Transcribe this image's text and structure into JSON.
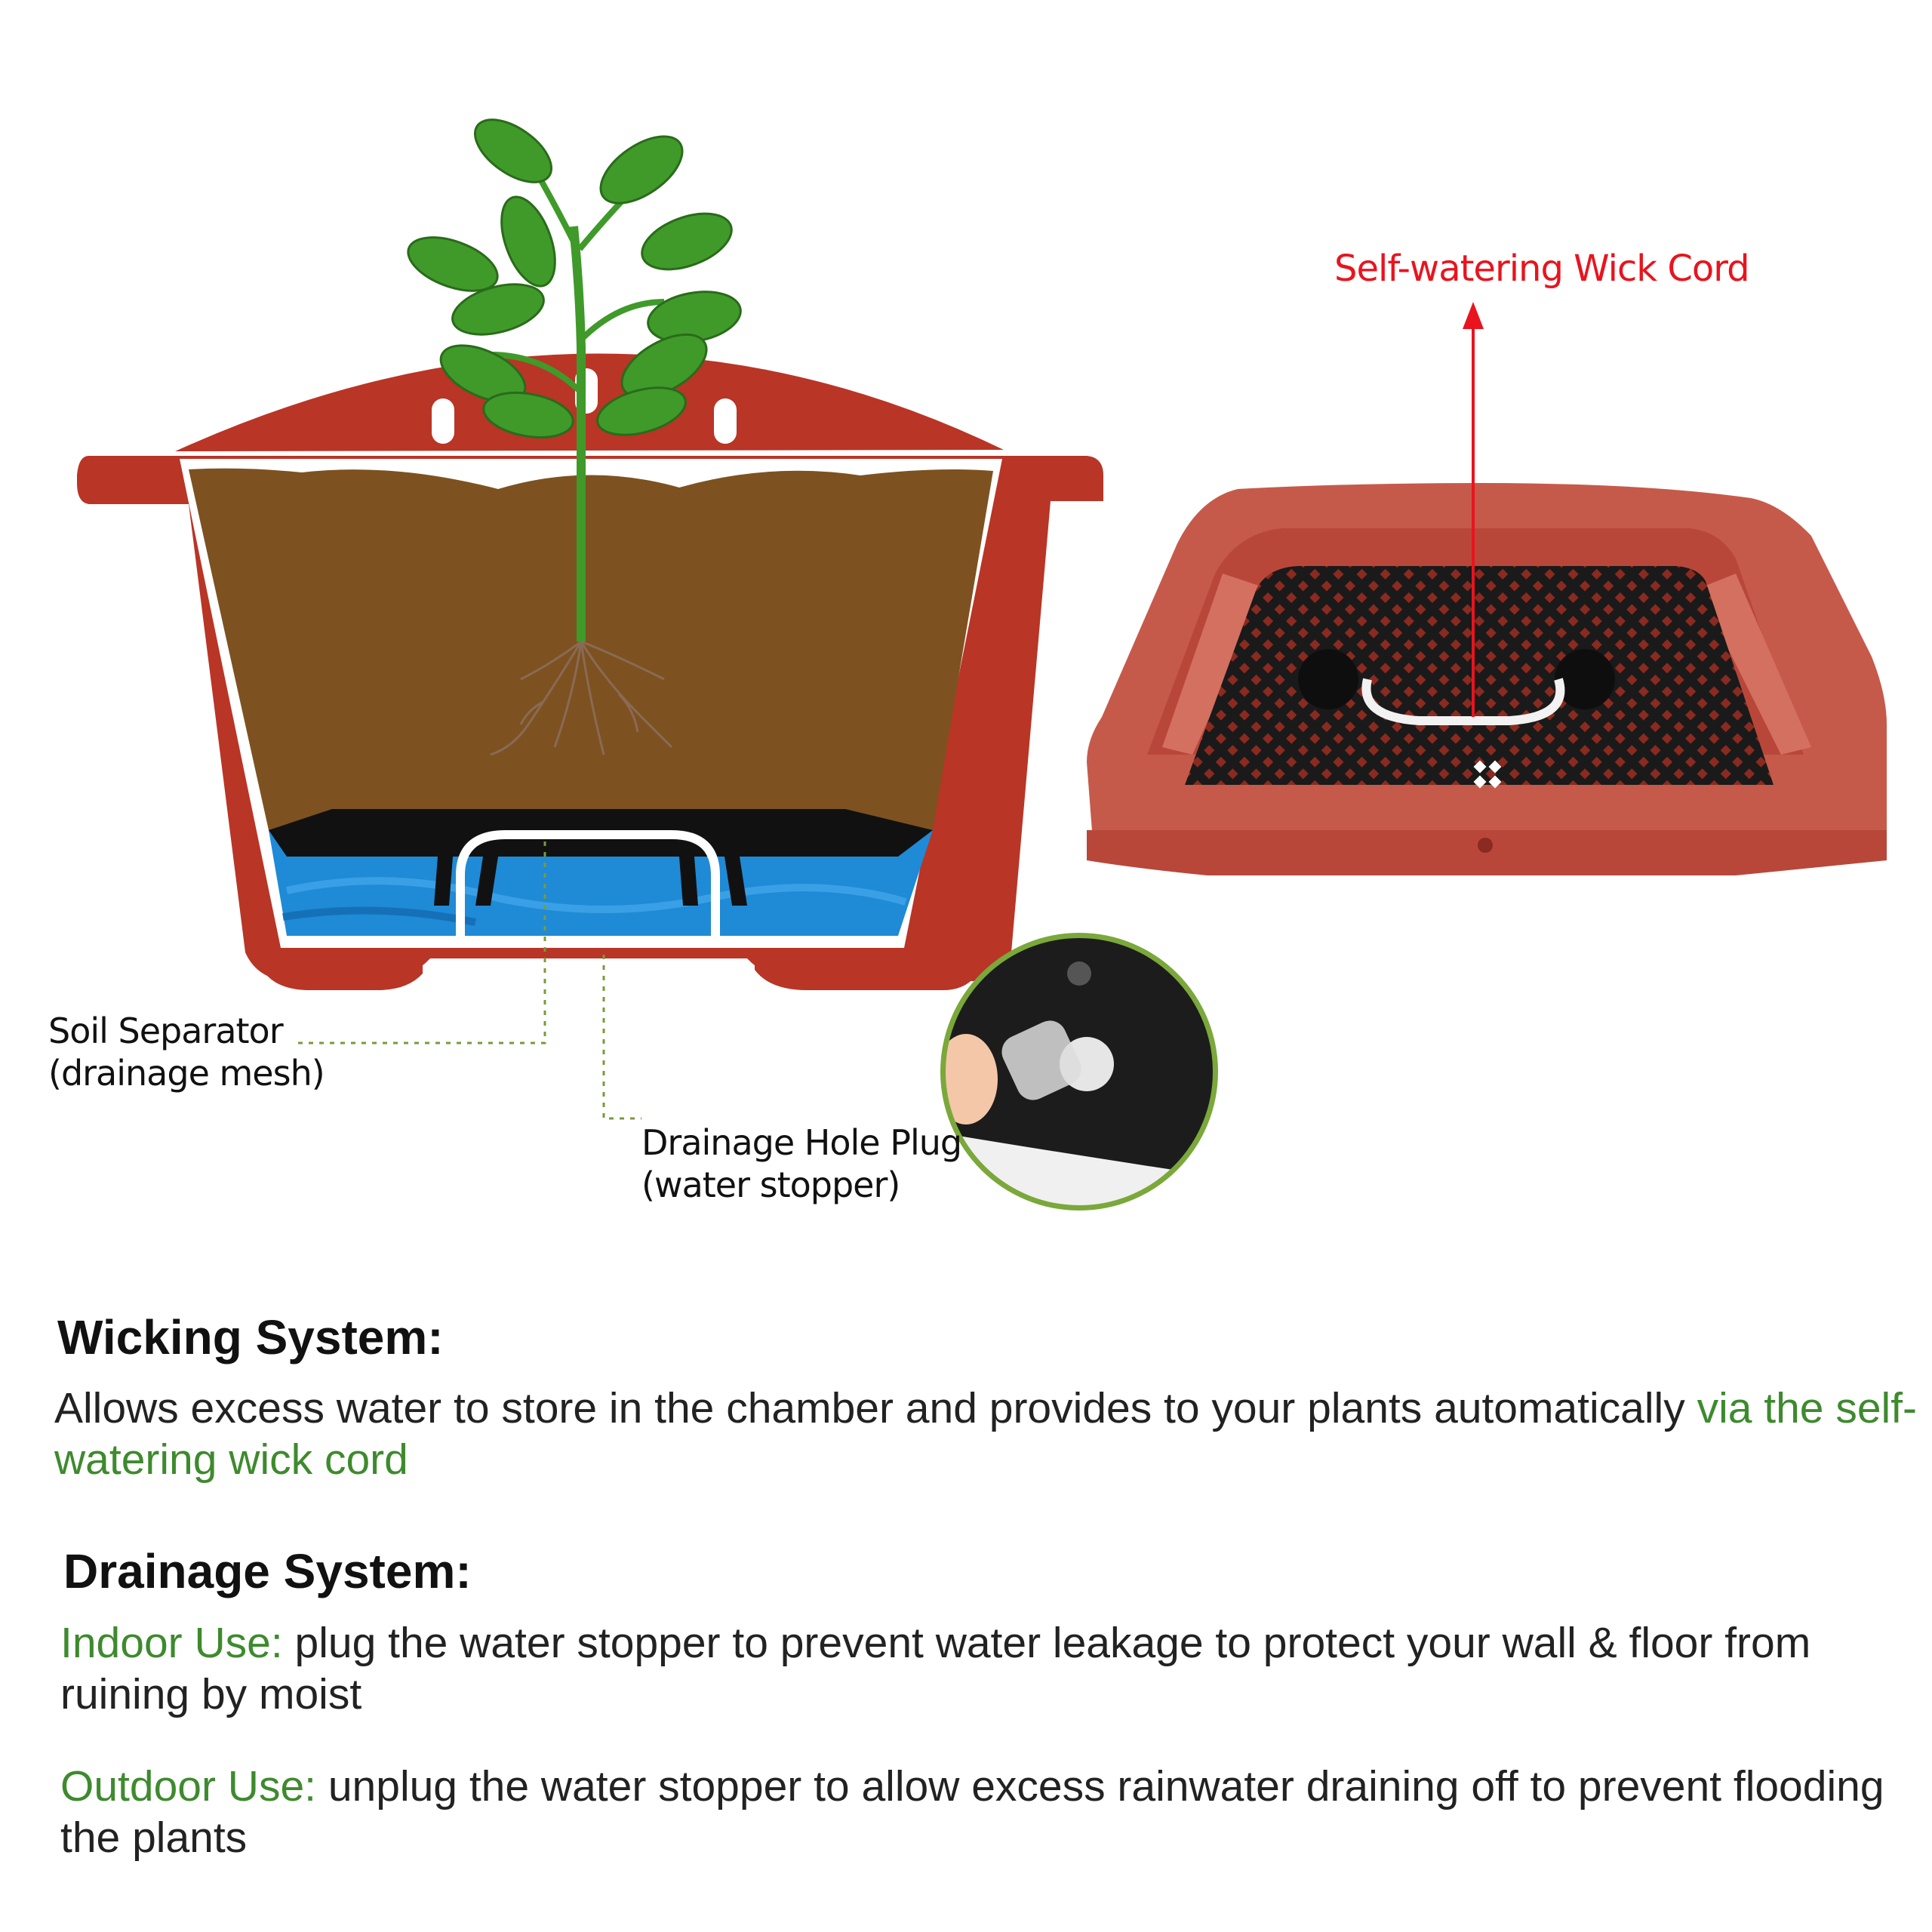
{
  "diagram": {
    "wick_label": "Self-watering Wick Cord",
    "soil_separator": {
      "line1": "Soil Separator",
      "line2": "(drainage mesh)"
    },
    "drain_plug": {
      "line1": "Drainage Hole Plug",
      "line2": "(water stopper)"
    }
  },
  "wicking": {
    "heading": "Wicking System:",
    "text": "Allows excess water to store in the chamber and provides to your plants automatically ",
    "highlight": "via the self-watering wick cord"
  },
  "drainage": {
    "heading": "Drainage System:",
    "indoor_label": "Indoor Use:",
    "indoor_text": " plug the water stopper to prevent water leakage to protect your wall & floor from ruining by moist",
    "outdoor_label": "Outdoor Use:",
    "outdoor_text": " unplug the water stopper to allow excess rainwater draining off to prevent flooding the plants"
  },
  "colors": {
    "pot_red": "#b93526",
    "soil_brown": "#7d5220",
    "water_blue": "#1f8ad6",
    "leaf_green": "#3f9a2a",
    "accent_green": "#3e8a2e",
    "arrow_red": "#e8141e"
  }
}
